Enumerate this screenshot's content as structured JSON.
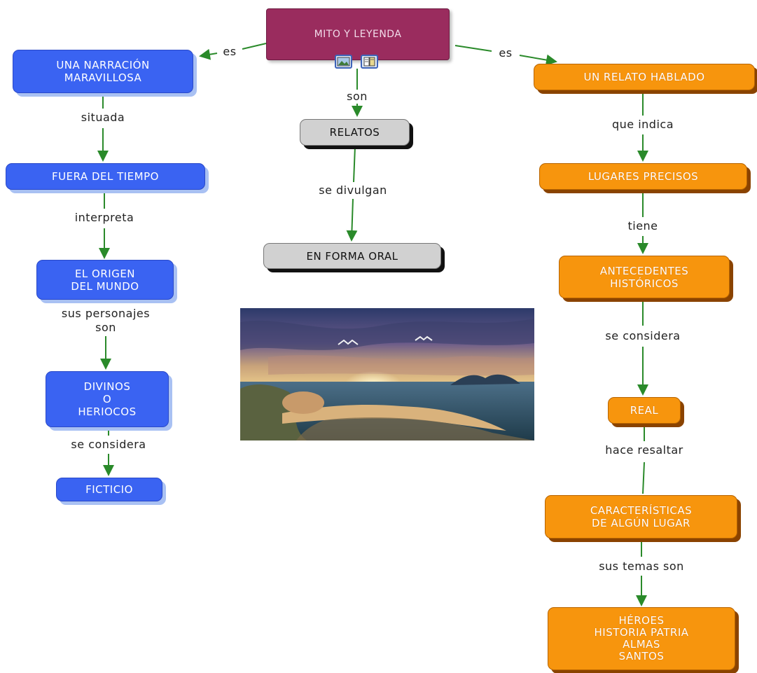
{
  "concept_map": {
    "root": "MITO Y LEYENDA",
    "left": {
      "link_root": "es",
      "n1": "UNA NARRACIÓN\nMARAVILLOSA",
      "link1": "situada",
      "n2": "FUERA DEL TIEMPO",
      "link2": "interpreta",
      "n3": "EL ORIGEN\nDEL MUNDO",
      "link3": "sus personajes\nson",
      "n4": "DIVINOS\nO\nHERIOCOS",
      "link4": "se considera",
      "n5": "FICTICIO"
    },
    "center": {
      "link_root": "son",
      "n1": "RELATOS",
      "link1": "se divulgan",
      "n2": "EN FORMA ORAL"
    },
    "right": {
      "link_root": "es",
      "n1": "UN RELATO HABLADO",
      "link1": "que indica",
      "n2": "LUGARES PRECISOS",
      "link2": "tiene",
      "n3": "ANTECEDENTES\nHISTÓRICOS",
      "link3": "se considera",
      "n4": "REAL",
      "link4": "hace resaltar",
      "n5": "CARACTERÍSTICAS\nDE ALGÚN LUGAR",
      "link5": "sus temas son",
      "n6": "HÉROES\nHISTORIA PATRIA\nALMAS\nSANTOS"
    }
  },
  "resource_icons": [
    "image-icon",
    "document-icon"
  ],
  "colors": {
    "left_nodes": "#3a63f2",
    "right_nodes": "#f7950d",
    "center_nodes": "#d1d1d1",
    "root_node": "#9a2c5e",
    "links": "#2a8a2a"
  }
}
